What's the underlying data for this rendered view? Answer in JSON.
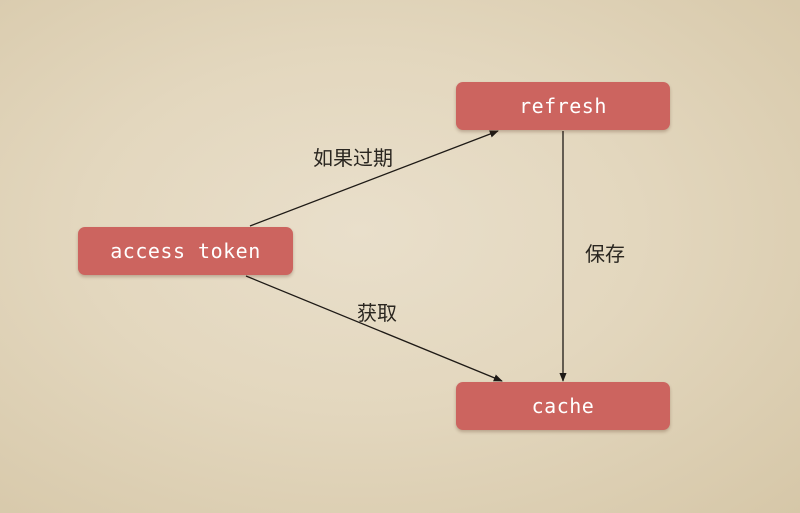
{
  "diagram": {
    "nodes": {
      "access_token": "access token",
      "refresh": "refresh",
      "cache": "cache"
    },
    "edges": {
      "access_to_refresh": "如果过期",
      "refresh_to_cache": "保存",
      "access_to_cache": "获取"
    },
    "colors": {
      "node_fill": "#cc645f",
      "node_text": "#ffffff",
      "edge_stroke": "#1e1a16",
      "background": "#e3d7be"
    }
  }
}
